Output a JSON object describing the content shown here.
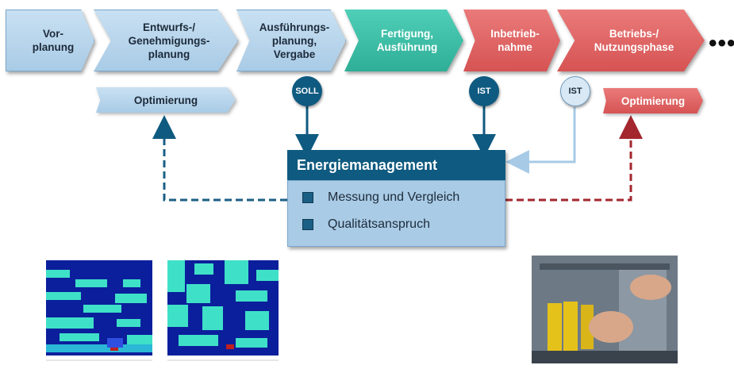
{
  "phases": [
    {
      "label": "Vor-\nplanung",
      "color": "blue"
    },
    {
      "label": "Entwurfs-/\nGenehmigungs-\nplanung",
      "color": "blue"
    },
    {
      "label": "Ausführungs-\nplanung,\nVergabe",
      "color": "blue"
    },
    {
      "label": "Fertigung,\nAusführung",
      "color": "green"
    },
    {
      "label": "Inbetrieb-\nnahme",
      "color": "red"
    },
    {
      "label": "Betriebs-/\nNutzungsphase",
      "color": "red"
    }
  ],
  "ellipsis": "•••",
  "optimization_left": "Optimierung",
  "optimization_right": "Optimierung",
  "markers": {
    "soll": "SOLL",
    "ist1": "IST",
    "ist2": "IST"
  },
  "energy_management": {
    "title": "Energiemanagement",
    "items": [
      "Messung und Vergleich",
      "Qualitätsanspruch"
    ]
  },
  "colors": {
    "phase_blue": "#a9cbe6",
    "phase_green": "#2fae97",
    "phase_red": "#d65353",
    "dark_blue": "#0f5a80",
    "dashed_red": "#a3272d",
    "light_arrow": "#a7cbe6"
  },
  "images": {
    "heatmaps": "two block heatmaps (dark blue / cyan)",
    "photo": "hands installing a component"
  }
}
